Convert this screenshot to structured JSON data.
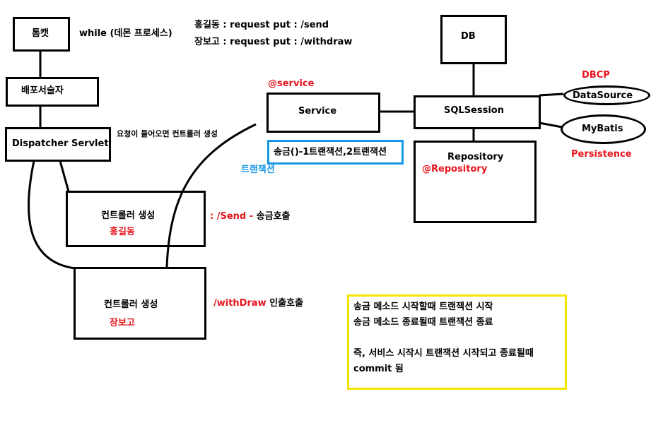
{
  "nodes": {
    "tomcat": "톰캣",
    "deployment": "배포서술자",
    "dispatcher": "Dispatcher Servlet",
    "controller1": {
      "title": "컨트롤러 생성",
      "user": "홍길동"
    },
    "controller2": {
      "title": "컨트롤러 생성",
      "user": "장보고"
    },
    "service": "Service",
    "sqlsession": "SQLSession",
    "db": "DB",
    "repository": "Repository",
    "datasource": "DataSource",
    "mybatis": "MyBatis",
    "transaction": "송금()-1트랜잭션,2트랜잭션"
  },
  "labels": {
    "while_daemon": "while (데몬 프로세스)",
    "request1": "홍길동 : request put : /send",
    "request2": "장보고 : request put : /withdraw",
    "on_request": "요청이 들어오면 컨트롤러 생성",
    "service_annotation": "@service",
    "repository_annotation": "@Repository",
    "transaction_label": "트랜잭션",
    "dbcp": "DBCP",
    "persistence": "Persistence",
    "send_path": ": /Send - ",
    "send_desc": "송금호출",
    "withdraw_path": "/withDraw",
    "withdraw_desc": "인출호출"
  },
  "note": {
    "line1": "송금 메소드 시작할때 트랜잭션 시작",
    "line2": "송금 메소드 종료될때 트랜잭션 종료",
    "line3": "",
    "line4": "즉, 서비스 시작시 트랜잭션 시작되고 종료될때",
    "line5": "commit 됨"
  },
  "colors": {
    "red": "#e8141c",
    "blue": "#1597e5",
    "yellow": "#f6e400",
    "black": "#000000"
  }
}
